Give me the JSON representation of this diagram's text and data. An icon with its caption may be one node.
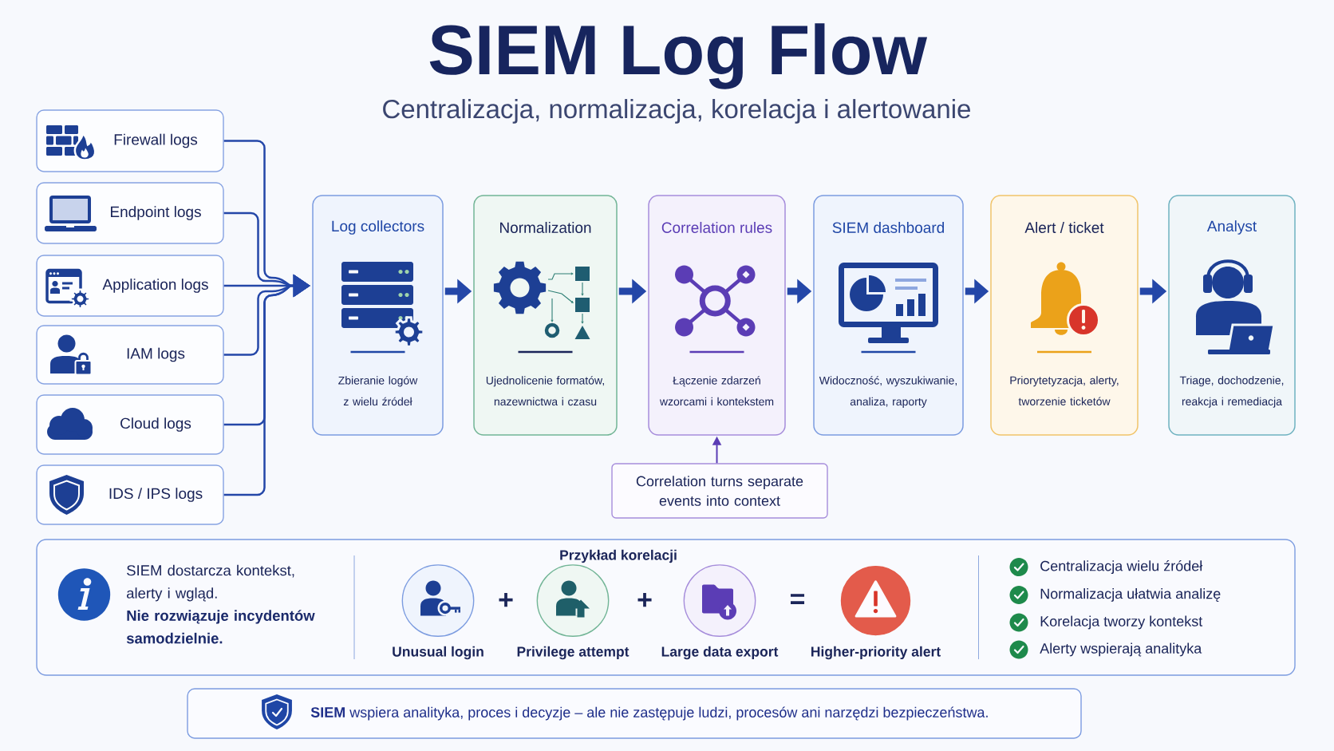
{
  "diagram": {
    "title": "SIEM Log Flow",
    "nodes": [
      {
        "text": [
          "Firewall logs"
        ]
      },
      {
        "text": [
          "Endpoint logs"
        ]
      },
      {
        "text": [
          "Application logs"
        ]
      },
      {
        "text": [
          "IAM logs"
        ]
      },
      {
        "text": [
          "Cloud logs"
        ]
      },
      {
        "text": [
          "IDS / IPS logs"
        ]
      },
      {
        "text": [
          "Log collectors",
          "Zbieranie logów z wielu źródeł"
        ]
      },
      {
        "text": [
          "Normalization",
          "Ujednolicenie formatów, nazewnictwa i czasu"
        ]
      },
      {
        "text": [
          "Correlation rules",
          "Łączenie zdarzeń wzorcami i kontekstem"
        ]
      },
      {
        "text": [
          "SIEM dashboard",
          "Widoczność, wyszukiwanie, analiza, raporty"
        ]
      },
      {
        "text": [
          "Alert / ticket",
          "Priorytetyzacja, alerty, tworzenie ticketów"
        ]
      },
      {
        "text": [
          "Analyst",
          "Triage, dochodzenie, reakcja i remediacja"
        ]
      },
      {
        "text": [
          "Correlation turns separate events into context"
        ]
      },
      {
        "text": [
          "SIEM dostarcza kontekst, alerty i wgląd.",
          "Nie rozwiązuje incydentów samodzielnie."
        ]
      },
      {
        "text": [],
        "shape": "circle",
        "in": 13,
        "beside": [
          "Unusual login"
        ]
      },
      {
        "text": [],
        "shape": "circle",
        "in": 13,
        "beside": [
          "Privilege attempt"
        ]
      },
      {
        "text": [],
        "shape": "circle",
        "in": 13,
        "beside": [
          "Large data export"
        ]
      },
      {
        "text": [],
        "shape": "circle",
        "in": 13,
        "beside": [
          "Higher-priority alert"
        ]
      },
      {
        "text": [
          "**SIEM** wspiera analityka, proces i decyzje – ale nie zastępuje ludzi, procesów ani narzędzi bezpieczeństwa."
        ]
      }
    ],
    "edges": [
      {
        "from": 0,
        "to": 6,
        "arrow": "to"
      },
      {
        "from": 1,
        "to": 6,
        "arrow": "to"
      },
      {
        "from": 2,
        "to": 6,
        "arrow": "to"
      },
      {
        "from": 3,
        "to": 6,
        "arrow": "to"
      },
      {
        "from": 4,
        "to": 6,
        "arrow": "to"
      },
      {
        "from": 5,
        "to": 6,
        "arrow": "to"
      },
      {
        "from": 6,
        "to": 7,
        "arrow": "to",
        "style": "thick"
      },
      {
        "from": 7,
        "to": 8,
        "arrow": "to",
        "style": "thick"
      },
      {
        "from": 8,
        "to": 9,
        "arrow": "to",
        "style": "thick"
      },
      {
        "from": 9,
        "to": 10,
        "arrow": "to",
        "style": "thick"
      },
      {
        "from": 10,
        "to": 11,
        "arrow": "to",
        "style": "thick"
      },
      {
        "from": 12,
        "to": 8,
        "arrow": "to",
        "color": "#5b3db5"
      }
    ],
    "labels": [
      "Centralizacja, normalizacja, korelacja i alertowanie",
      "Przykład korelacji",
      "+",
      "+",
      "=",
      "Centralizacja wielu źródeł",
      "Normalizacja ułatwia analizę",
      "Korelacja tworzy kontekst",
      "Alerty wspierają analityka"
    ]
  }
}
